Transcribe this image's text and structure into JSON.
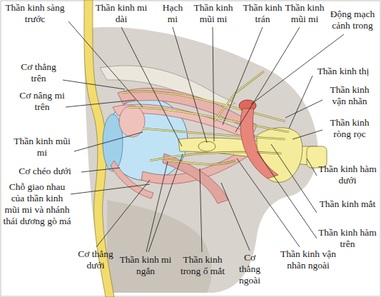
{
  "diagram": {
    "labels": [
      "Thần kinh sàng trước",
      "Thần kinh mi dài",
      "Hạch mi",
      "Thần kinh mũi mi",
      "Thần kinh trán",
      "Thần kinh mũi mi",
      "Động mạch cảnh trong",
      "Cơ thẳng trên",
      "Cơ nâng mi trên",
      "Thần kinh thị",
      "Thần kinh vận nhãn",
      "Thần kinh ròng rọc",
      "Thần kinh mũi mi",
      "Cơ chéo dưới",
      "Chỗ giao nhau của thần kinh mũi mi và nhánh thái dương gò má",
      "Thần kinh hàm dưới",
      "Thần kinh mắt",
      "Thần kinh hàm trên",
      "Cơ thẳng dưới",
      "Thần kinh mi ngắn",
      "Thần kinh trong ổ mắt",
      "Cơ thẳng ngoài",
      "Thần kinh vận nhãn ngoài"
    ]
  }
}
